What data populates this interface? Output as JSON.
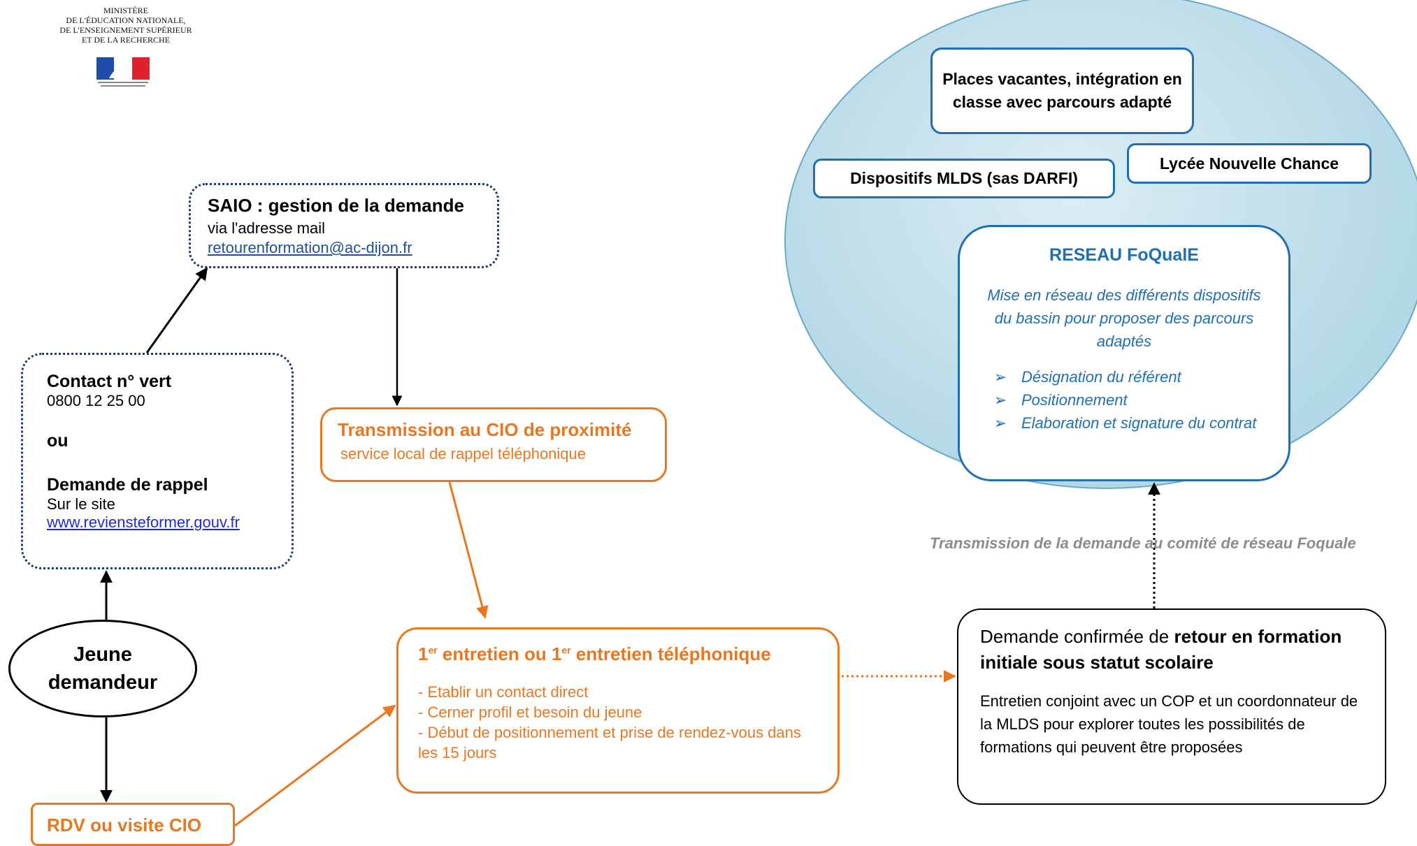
{
  "logo": {
    "ministry_lines": [
      "MINISTÈRE",
      "DE L'ÉDUCATION NATIONALE,",
      "DE L'ENSEIGNEMENT SUPÉRIEUR",
      "ET DE LA RECHERCHE"
    ],
    "flag_colors": [
      "#1f4ea8",
      "#ffffff",
      "#e0212b"
    ]
  },
  "saio": {
    "title": "SAIO : gestion de la demande",
    "subtitle": "via l'adresse mail",
    "email": "retourenformation@ac-dijon.fr"
  },
  "contact": {
    "title": "Contact n° vert",
    "phone": "0800 12 25 00",
    "or": "ou",
    "callback_title": "Demande de rappel",
    "callback_sub": "Sur le site",
    "website": "www.reviensteformer.gouv.fr"
  },
  "jeune": {
    "line1": "Jeune",
    "line2": "demandeur"
  },
  "rdv": {
    "label": "RDV ou visite CIO"
  },
  "transmission_cio": {
    "title": "Transmission au CIO de proximité",
    "subtitle": "service local de rappel téléphonique"
  },
  "entretien": {
    "title_a": "1",
    "title_sup_a": "er",
    "title_b": " entretien ou 1",
    "title_sup_b": "er",
    "title_c": " entretien téléphonique",
    "items": [
      "- Etablir un contact direct",
      "- Cerner profil et besoin du jeune",
      "- Début de positionnement et prise de rendez-vous dans les 15 jours"
    ]
  },
  "demande": {
    "title_plain": "Demande confirmée de ",
    "title_bold": "retour en formation initiale sous statut scolaire",
    "text": "Entretien conjoint avec un COP et un coordonnateur de la MLDS pour explorer toutes les possibilités de formations qui peuvent être proposées"
  },
  "transmission_label": "Transmission de la demande au comité de réseau Foquale",
  "reseau": {
    "places": "Places vacantes, intégration en classe avec parcours adapté",
    "mlds": "Dispositifs MLDS (sas DARFI)",
    "lycee": "Lycée Nouvelle Chance",
    "foqualE_title": "RESEAU FoQualE",
    "foqualE_desc": "Mise en réseau des différents dispositifs du bassin pour proposer des parcours adaptés",
    "bullet_marker": "➢",
    "foqualE_items": [
      "Désignation du référent",
      "Positionnement",
      "Elaboration et signature du contrat"
    ]
  },
  "colors": {
    "orange": "#e87722",
    "blue": "#1f6fb2",
    "navy": "#1f3a66",
    "grey_label": "#8c8c8c"
  }
}
